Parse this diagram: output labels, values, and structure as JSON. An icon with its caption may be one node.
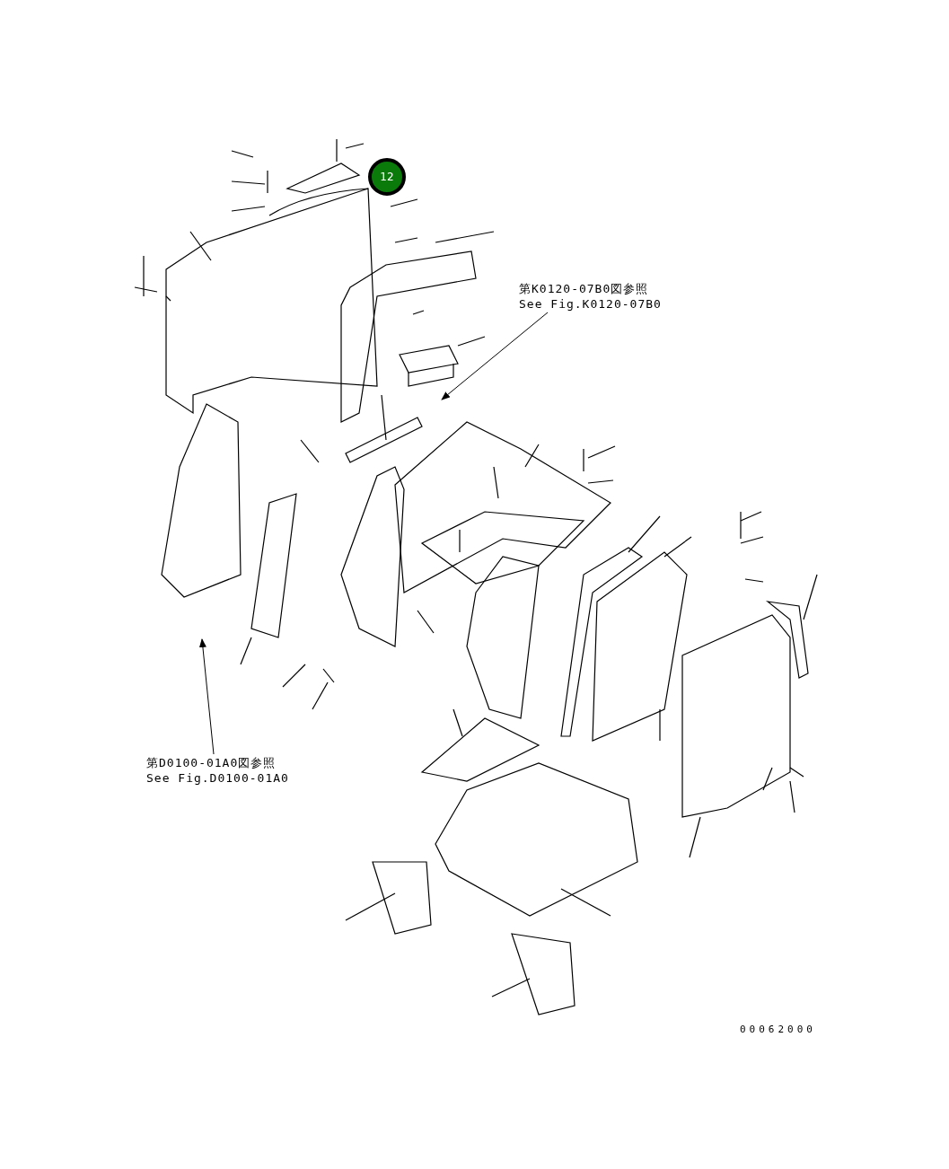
{
  "diagram": {
    "nodes": [
      {
        "text": [
          "第K0120-07B0図参照",
          "See Fig.K0120-07B0"
        ]
      },
      {
        "text": [
          "第D0100-01A0図参照",
          "See Fig.D0100-01A0"
        ]
      },
      {
        "text": [
          "12"
        ]
      }
    ],
    "edges": [
      {
        "from": 0,
        "to": null,
        "arrow": "to"
      },
      {
        "from": 1,
        "to": null,
        "arrow": "to"
      }
    ],
    "labels": [
      "00062000"
    ]
  }
}
